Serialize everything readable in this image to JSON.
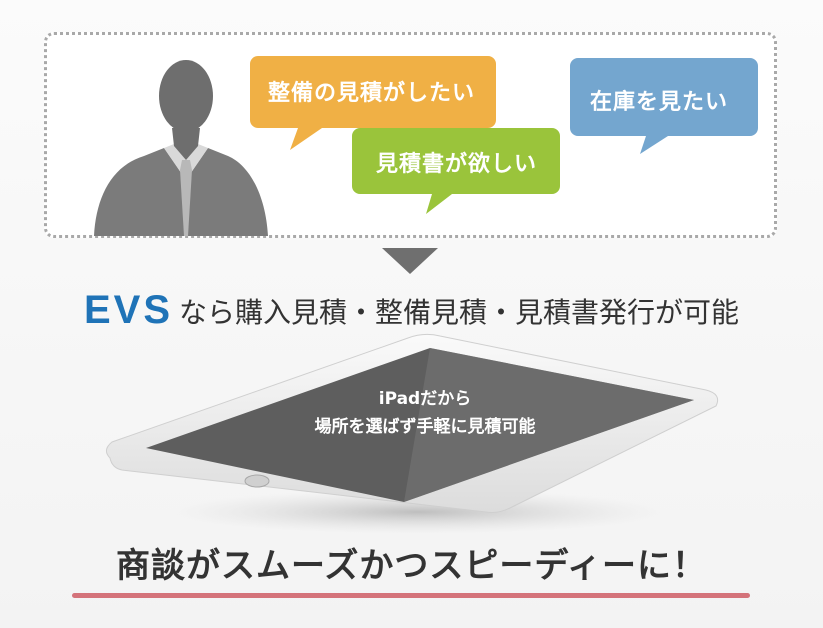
{
  "bubbles": {
    "maintenance_estimate": "整備の見積がしたい",
    "estimate_document": "見積書が欲しい",
    "inventory": "在庫を見たい"
  },
  "headline": {
    "brand": "EVS",
    "text": "なら購入見積・整備見積・見積書発行が可能"
  },
  "tablet_screen": {
    "line1": "iPadだから",
    "line2": "場所を選ばず手軽に見積可能"
  },
  "tagline": "商談がスムーズかつスピーディーに！",
  "colors": {
    "bubble_orange": "#f0b045",
    "bubble_green": "#9ac43b",
    "bubble_blue": "#74a6cf",
    "brand_blue": "#1f73b7",
    "underline": "#d4737a"
  }
}
